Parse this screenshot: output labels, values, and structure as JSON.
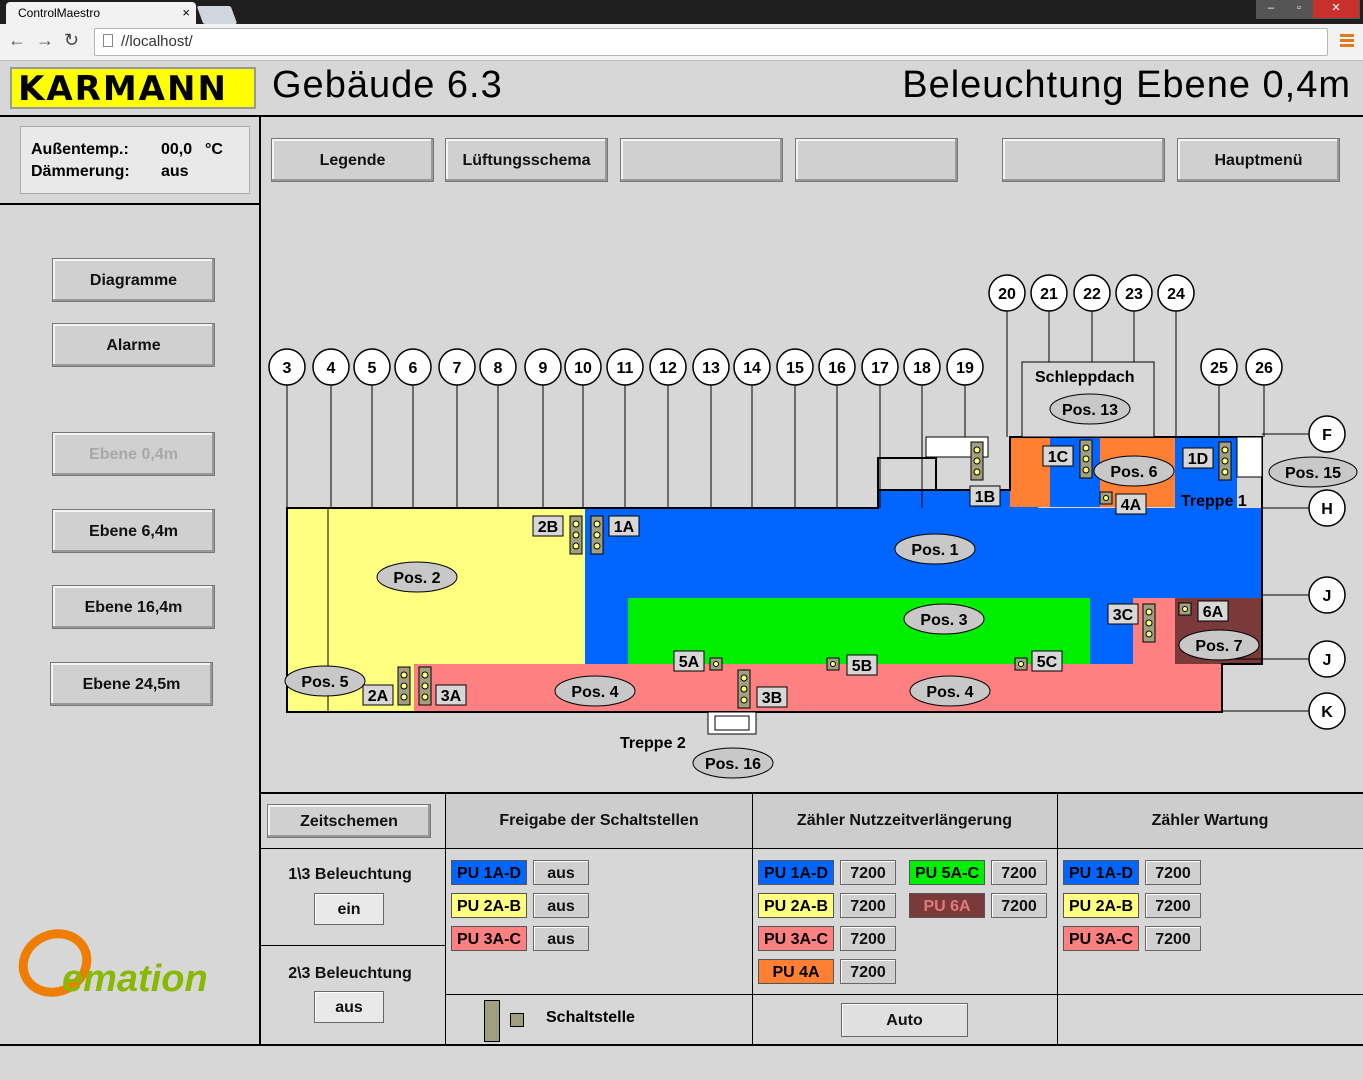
{
  "browser": {
    "tab_title": "ControlMaestro",
    "tab_close": "×",
    "url": "//localhost/",
    "window_buttons": [
      "–",
      "▫",
      "✕"
    ]
  },
  "header": {
    "logo": "KARMANN",
    "building": "Gebäude 6.3",
    "page_title": "Beleuchtung Ebene 0,4m"
  },
  "info": {
    "temp_label": "Außentemp.:",
    "temp_value": "00,0",
    "temp_unit": "°C",
    "dusk_label": "Dämmerung:",
    "dusk_value": "aus"
  },
  "top_buttons": [
    "Legende",
    "Lüftungsschema",
    "",
    "",
    "",
    "Hauptmenü"
  ],
  "side_buttons": {
    "diagramme": "Diagramme",
    "alarme": "Alarme",
    "ebene_04": "Ebene 0,4m",
    "ebene_64": "Ebene 6,4m",
    "ebene_164": "Ebene 16,4m",
    "ebene_245": "Ebene 24,5m"
  },
  "floorplan": {
    "axes_row1": [
      "3",
      "4",
      "5",
      "6",
      "7",
      "8",
      "9",
      "10",
      "11",
      "12",
      "13",
      "14",
      "15",
      "16",
      "17",
      "18",
      "19"
    ],
    "axes_row2": [
      "20",
      "21",
      "22",
      "23",
      "24"
    ],
    "axes_right": [
      "25",
      "26"
    ],
    "rows": [
      "F",
      "H",
      "J",
      "J",
      "K"
    ],
    "schleppdach": "Schleppdach",
    "positions": [
      "Pos. 1",
      "Pos. 2",
      "Pos. 3",
      "Pos. 4",
      "Pos. 4",
      "Pos. 5",
      "Pos. 6",
      "Pos. 7",
      "Pos. 13",
      "Pos. 15",
      "Pos. 16"
    ],
    "switch_labels": [
      "1A",
      "1B",
      "1C",
      "1D",
      "2A",
      "2B",
      "3A",
      "3B",
      "3C",
      "4A",
      "5A",
      "5B",
      "5C",
      "6A"
    ],
    "treppe1": "Treppe 1",
    "treppe2": "Treppe 2",
    "colors": {
      "blue": "#0066ff",
      "yellow": "#ffff80",
      "green": "#00ee00",
      "red": "#ff8080",
      "orange": "#ff7f33",
      "brown": "#7a3a3a"
    }
  },
  "bottom": {
    "zeitschemen": "Zeitschemen",
    "freigabe_header": "Freigabe der Schaltstellen",
    "zaehler_nutz_header": "Zähler Nutzzeitverlängerung",
    "zaehler_wartung_header": "Zähler Wartung",
    "bel13_label": "1\\3 Beleuchtung",
    "bel13_value": "ein",
    "bel23_label": "2\\3 Beleuchtung",
    "bel23_value": "aus",
    "freigabe": [
      {
        "label": "PU 1A-D",
        "value": "aus",
        "color": "#0066ff"
      },
      {
        "label": "PU 2A-B",
        "value": "aus",
        "color": "#ffff80"
      },
      {
        "label": "PU 3A-C",
        "value": "aus",
        "color": "#ff8080"
      }
    ],
    "nutz_col1": [
      {
        "label": "PU 1A-D",
        "value": "7200",
        "color": "#0066ff"
      },
      {
        "label": "PU 2A-B",
        "value": "7200",
        "color": "#ffff80"
      },
      {
        "label": "PU 3A-C",
        "value": "7200",
        "color": "#ff8080"
      },
      {
        "label": "PU 4A",
        "value": "7200",
        "color": "#ff7f33"
      }
    ],
    "nutz_col2": [
      {
        "label": "PU 5A-C",
        "value": "7200",
        "color": "#00ee00"
      },
      {
        "label": "PU 6A",
        "value": "7200",
        "color": "#7a3a3a"
      }
    ],
    "wartung": [
      {
        "label": "PU 1A-D",
        "value": "7200",
        "color": "#0066ff"
      },
      {
        "label": "PU 2A-B",
        "value": "7200",
        "color": "#ffff80"
      },
      {
        "label": "PU 3A-C",
        "value": "7200",
        "color": "#ff8080"
      }
    ],
    "schaltstelle": "Schaltstelle",
    "auto": "Auto"
  },
  "footer_logo": "emation"
}
